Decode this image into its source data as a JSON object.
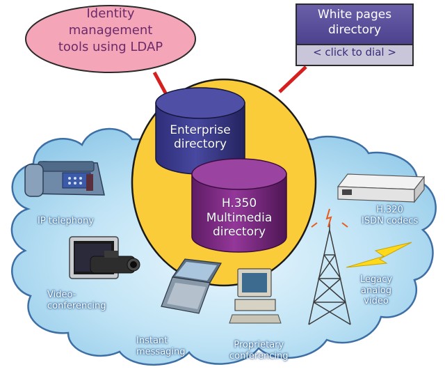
{
  "ldap_box": {
    "lines": [
      "Identity",
      "management",
      "tools using LDAP"
    ]
  },
  "white_pages": {
    "title_lines": [
      "White pages",
      "directory"
    ],
    "dial_label": "< click to dial >"
  },
  "enterprise_directory": {
    "lines": [
      "Enterprise",
      "directory"
    ]
  },
  "h350_directory": {
    "lines": [
      "H.350",
      "Multimedia",
      "directory"
    ]
  },
  "devices": {
    "ip_telephony": "IP telephony",
    "h320": [
      "H.320",
      "ISDN codecs"
    ],
    "videoconferencing": [
      "Video-",
      "conferencing"
    ],
    "legacy_video": [
      "Legacy",
      "analog",
      "video"
    ],
    "instant_messaging": [
      "Instant",
      "messaging"
    ],
    "proprietary": [
      "Proprietary",
      "conferencing"
    ]
  },
  "colors": {
    "cloud_fill": "#a9d8f0",
    "cloud_stroke": "#3d6fa5",
    "yellow_oval": "#fbcc3a",
    "connector_red": "#d62020",
    "ldap_fill": "#f5a5b8",
    "white_pages_fill": "#5a4f9a",
    "dial_fill": "#c9c6d9",
    "enterprise_db": "#3a3a8a",
    "h350_db": "#7a2a7e"
  }
}
